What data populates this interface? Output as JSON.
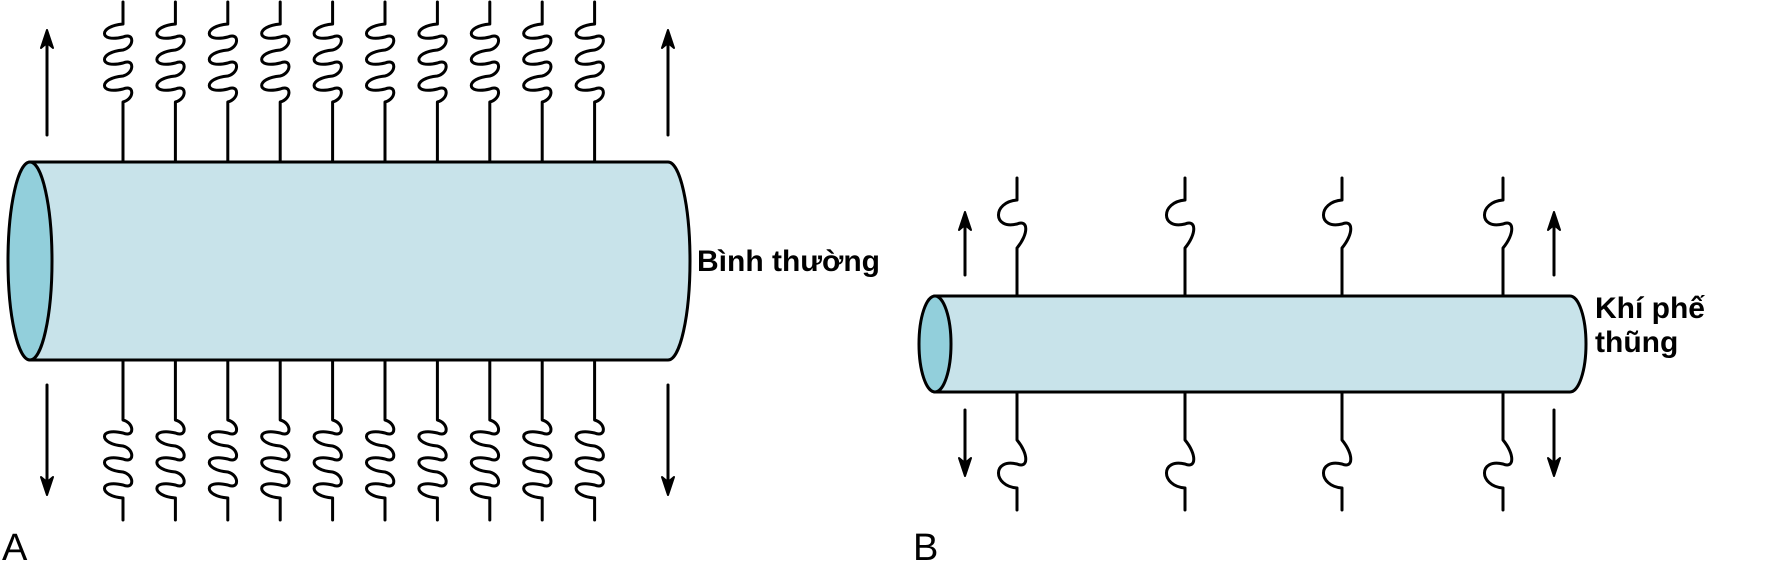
{
  "panels": [
    {
      "letter": "A",
      "label": "Bình thường",
      "label_lines": [
        "Bình thường"
      ],
      "fibers_per_side": 10,
      "colors": {
        "tube": "#c8e3ea",
        "end": "#92cfdb",
        "stroke": "#000000"
      }
    },
    {
      "letter": "B",
      "label": "Khí phế thũng",
      "label_lines": [
        "Khí phế",
        "thũng"
      ],
      "fibers_per_side": 4,
      "colors": {
        "tube": "#c8e3ea",
        "end": "#92cfdb",
        "stroke": "#000000"
      }
    }
  ]
}
